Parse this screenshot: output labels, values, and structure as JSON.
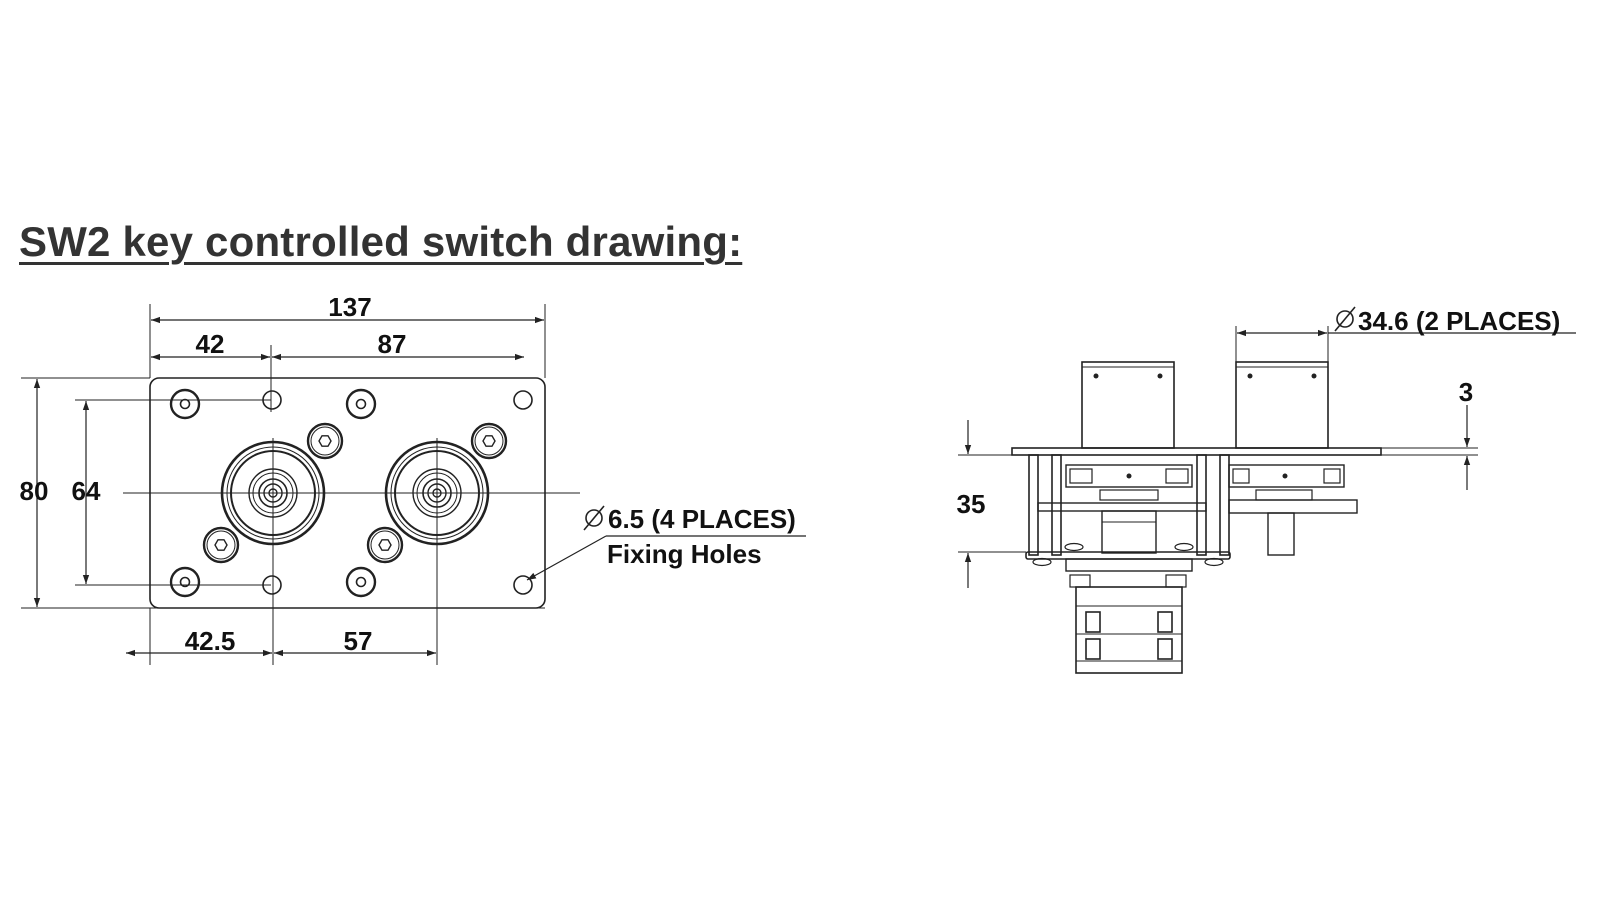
{
  "title": "SW2 key controlled switch drawing:",
  "front_view": {
    "dims": {
      "overall_width": "137",
      "left_hole_offset": "42",
      "hole_spacing": "87",
      "overall_height": "80",
      "hole_vertical_spacing": "64",
      "switch1_offset": "42.5",
      "switch_spacing": "57"
    },
    "fixing_hole_callout": "6.5 (4 PLACES)",
    "fixing_hole_label": "Fixing Holes"
  },
  "side_view": {
    "dims": {
      "key_diameter": "34.6 (2 PLACES)",
      "plate_thickness": "3",
      "depth": "35"
    }
  },
  "icons": [
    "diameter-icon"
  ]
}
